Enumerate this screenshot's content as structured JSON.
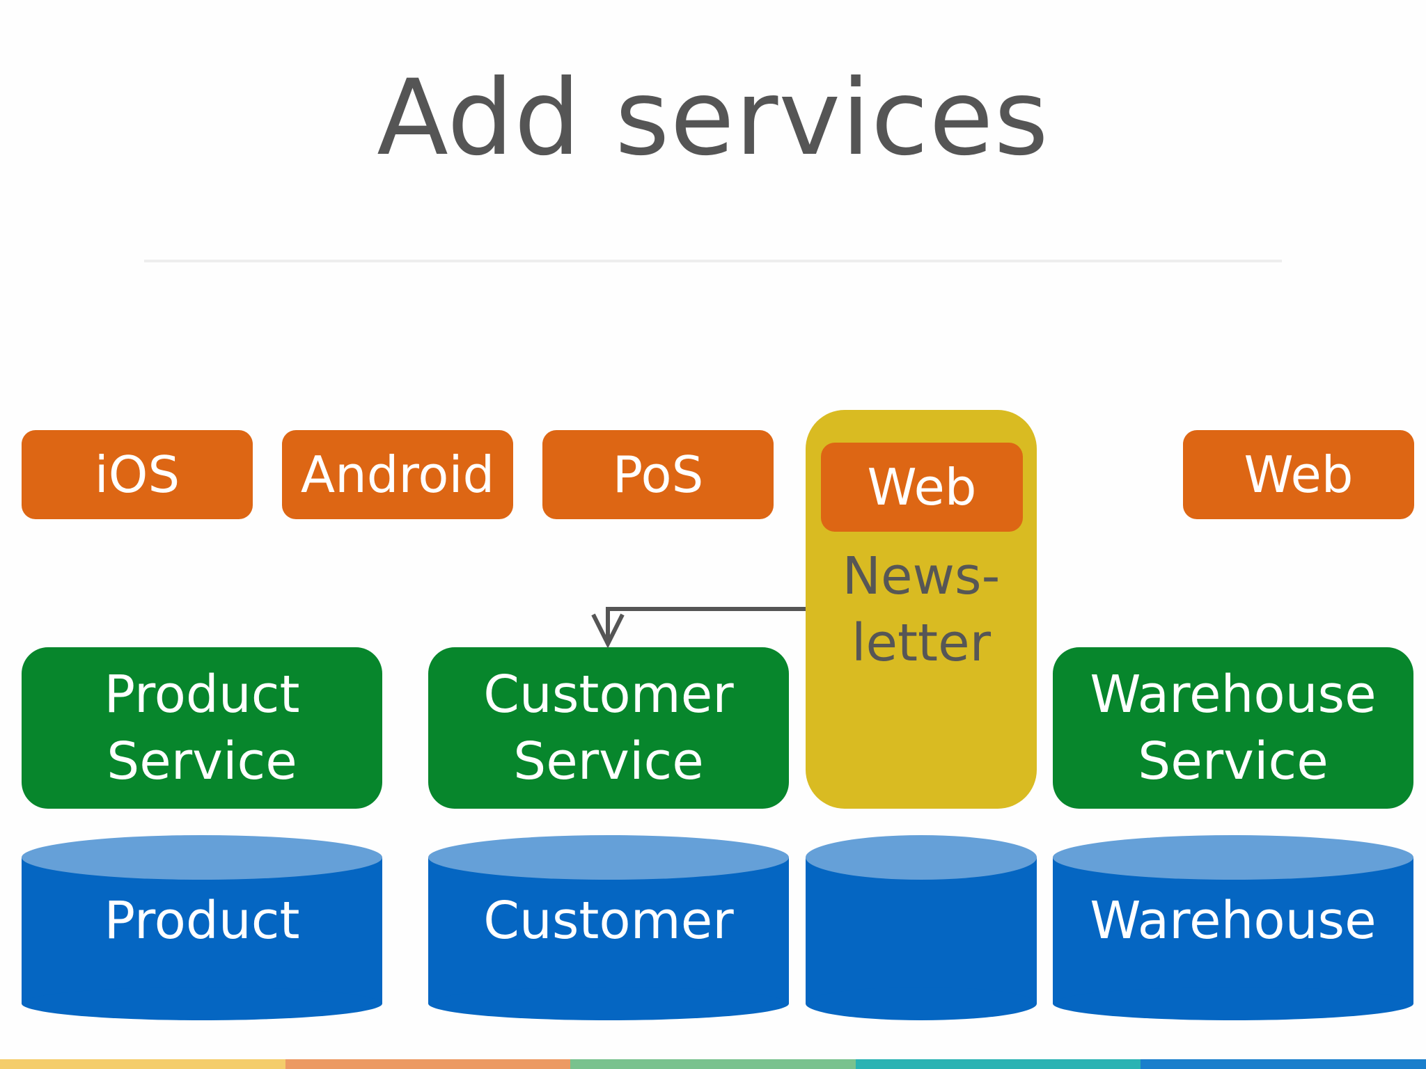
{
  "title": "Add services",
  "clients": [
    {
      "label": "iOS"
    },
    {
      "label": "Android"
    },
    {
      "label": "PoS"
    },
    {
      "label": "Web"
    },
    {
      "label": "Web"
    }
  ],
  "newsletter": {
    "line1": "News-",
    "line2": "letter"
  },
  "services": [
    {
      "line1": "Product",
      "line2": "Service"
    },
    {
      "line1": "Customer",
      "line2": "Service"
    },
    {
      "line1": "Warehouse",
      "line2": "Service"
    }
  ],
  "databases": [
    {
      "label": "Product"
    },
    {
      "label": "Customer"
    },
    {
      "label": ""
    },
    {
      "label": "Warehouse"
    }
  ],
  "colors": {
    "client": "#dd6614",
    "service": "#07862c",
    "newsletter": "#d9bb22",
    "database_body": "#0566c2",
    "database_top": "#65a0d8",
    "arrow": "#555555",
    "title": "#555555"
  },
  "footer_colors": [
    "#f4cd6b",
    "#ec9a63",
    "#79c28e",
    "#2ab3b3",
    "#1a7fcc"
  ]
}
